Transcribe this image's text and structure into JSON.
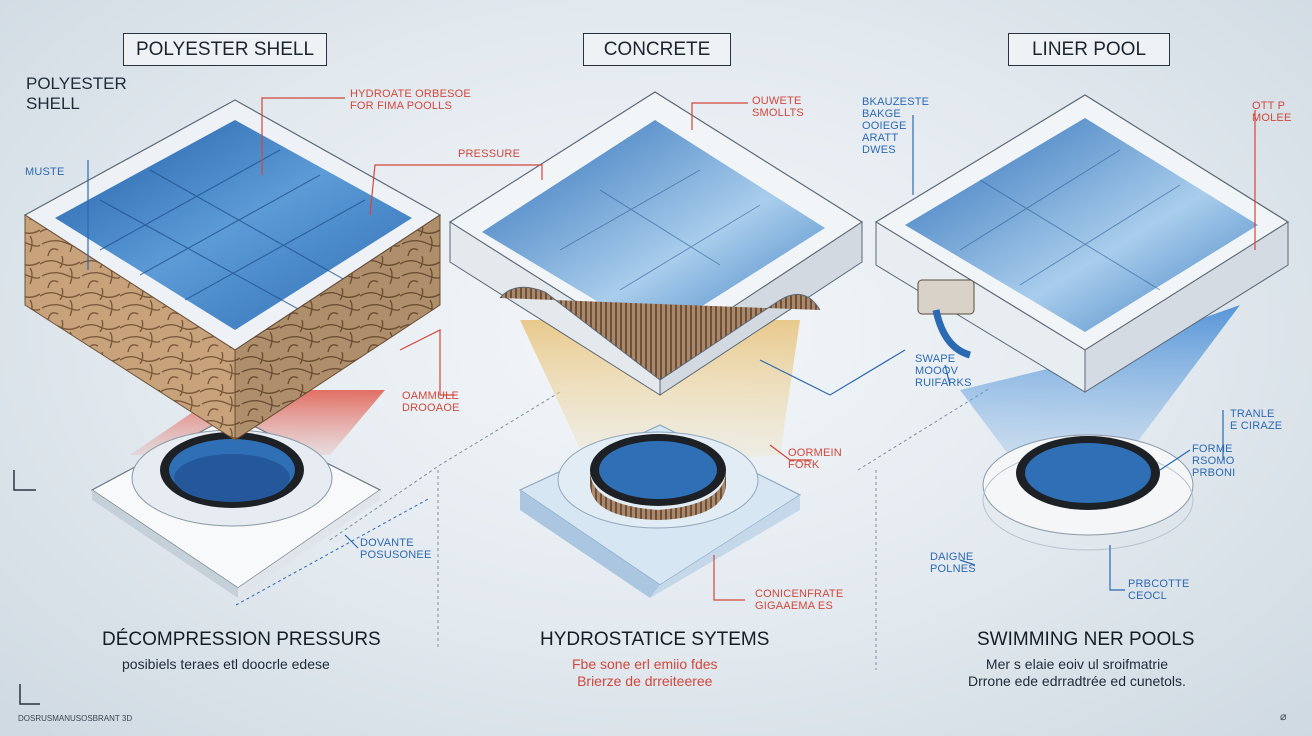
{
  "headers": [
    "POLYESTER SHELL",
    "CONCRETE",
    "LINER POOL"
  ],
  "side_title": "POLYESTER\nSHELL",
  "footer_code": "DOSRUSMANUSOSBRANT 3D",
  "corner_mark": "⌀",
  "labels": {
    "hydro": "HYDROATE ORBESOE\nFOR FIMA POOLLS",
    "muste": "MUSTE",
    "pressure": "PRESSURE",
    "ouwete": "OUWETE\nSMOLLTS",
    "bkauzeste": "BKAUZESTE\nBAKGE\nOOIEGE\nARATT\nDWES",
    "ottpo": "OTT P\nMOLEE",
    "oammule": "OAMMULE\nDROOAOE",
    "oormein": "OORMEIN\nFORK",
    "dovante": "DOVANTE\nPOSUSONEE",
    "swape": "SWAPE\nMOOOV\nRUIFARKS",
    "tranle": "TRANLE\nE CIRAZE",
    "forme": "FORME\nRSOMO\nPRBONI",
    "daigne": "DAIGNE\nPOLNES",
    "conicenfrate": "CONICENFRATE\nGIGAAEMA ES",
    "prbcotte": "PRBCOTTE\nCEOCL"
  },
  "bottom": {
    "left_title": "DÉCOMPRESSION PRESSURS",
    "left_sub": "posibiels teraes etl doocrle edese",
    "mid_title": "HYDROSTATICE SYTEMS",
    "mid_sub": "Fbe sone erl emiio fdes\nBrierze de drreiteeree",
    "right_title": "SWIMMING NER POOLS",
    "right_sub": "Mer s elaie eoiv ul sroifmatrie\nDrrone ede edrradtrée ed cunetols."
  },
  "colors": {
    "red": "#d2473b",
    "blue": "#2c69b3",
    "water": "#3f7fc2",
    "stone": "#b48c62"
  }
}
